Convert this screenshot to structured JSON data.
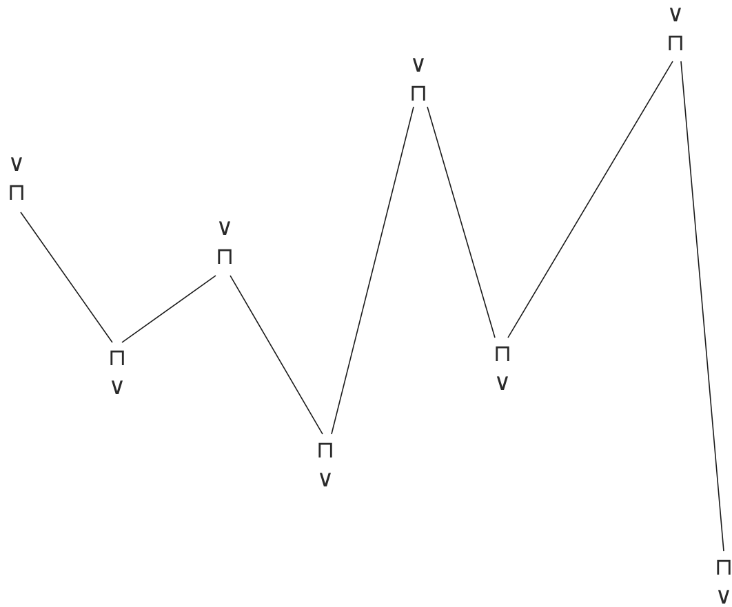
{
  "diagram": {
    "nodes": [
      {
        "id": "n1",
        "symbols": [
          "∨",
          "⊓"
        ]
      },
      {
        "id": "n2",
        "symbols": [
          "⊓",
          "∨"
        ]
      },
      {
        "id": "n3",
        "symbols": [
          "∨",
          "⊓"
        ]
      },
      {
        "id": "n4",
        "symbols": [
          "⊓",
          "∨"
        ]
      },
      {
        "id": "n5",
        "symbols": [
          "∨",
          "⊓"
        ]
      },
      {
        "id": "n6",
        "symbols": [
          "⊓",
          "∨"
        ]
      },
      {
        "id": "n7",
        "symbols": [
          "∨",
          "⊓"
        ]
      },
      {
        "id": "n8",
        "symbols": [
          "⊓",
          "∨"
        ]
      }
    ],
    "edges": [
      [
        "n1",
        "n2"
      ],
      [
        "n2",
        "n3"
      ],
      [
        "n3",
        "n4"
      ],
      [
        "n4",
        "n5"
      ],
      [
        "n5",
        "n6"
      ],
      [
        "n6",
        "n7"
      ],
      [
        "n7",
        "n8"
      ]
    ],
    "colors": {
      "line": "#1a1a1a",
      "glyph": "#2a2a2a",
      "background": "#ffffff"
    }
  }
}
